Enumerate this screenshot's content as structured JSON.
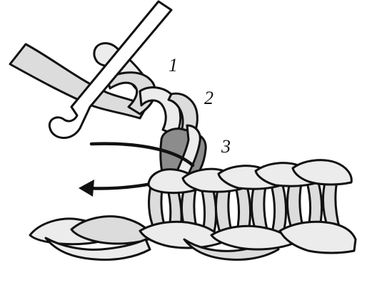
{
  "diagram": {
    "labels": [
      {
        "text": "1"
      },
      {
        "text": "2"
      },
      {
        "text": "3"
      }
    ],
    "colors": {
      "yarn": "#dcdcdc",
      "yarn_highlight": "#ececec",
      "yarn_target_loop": "#8c8c8c",
      "outline": "#111111",
      "hook": "#ffffff"
    }
  }
}
